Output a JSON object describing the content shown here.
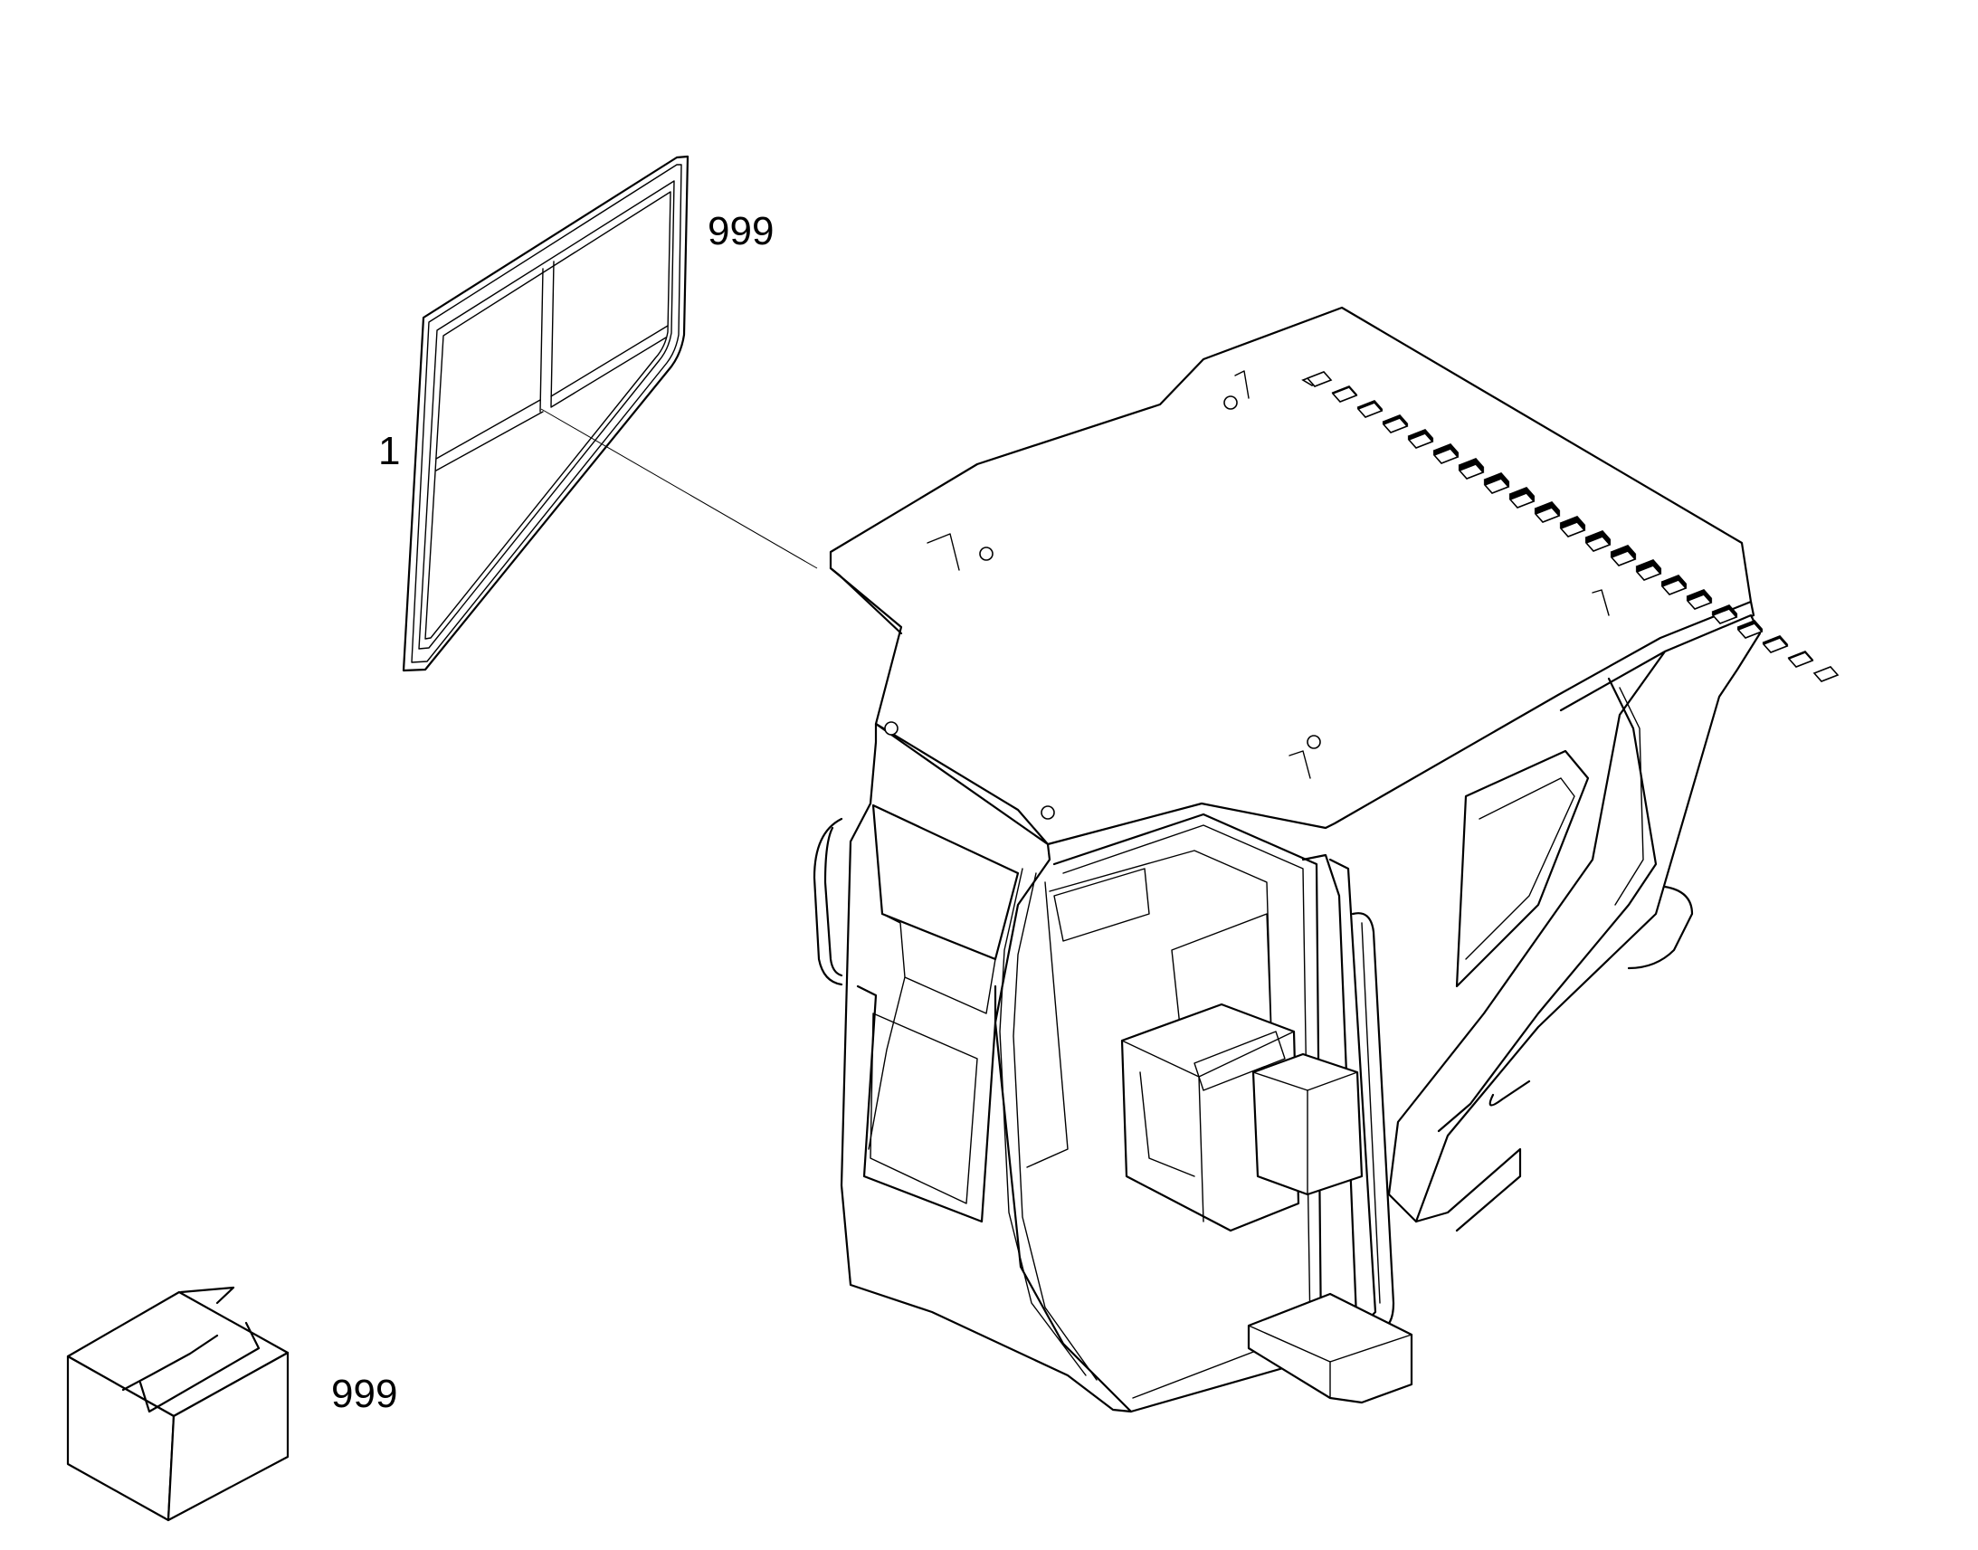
{
  "callouts": {
    "glass_part_number": "999",
    "glass_item_number": "1",
    "package_part_number": "999"
  },
  "colors": {
    "line": "#000000",
    "background": "#ffffff"
  },
  "icons": {
    "package": "cardboard-box-icon"
  }
}
